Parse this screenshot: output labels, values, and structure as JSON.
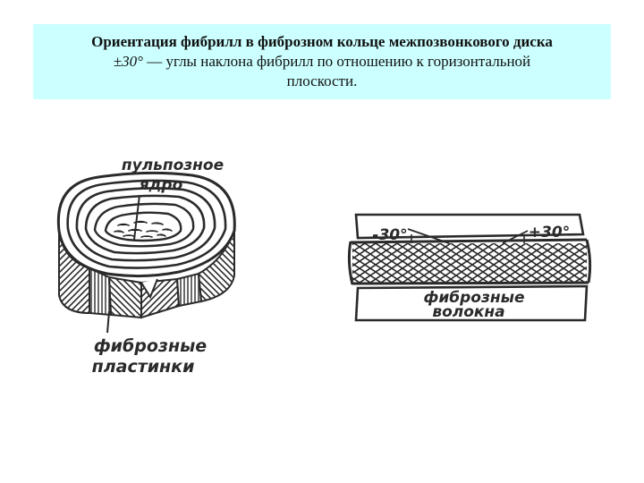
{
  "caption": {
    "title": "Ориентация фибрилл в фиброзном кольце межпозвонкового диска",
    "angle": "±30°",
    "rest_line1": " — углы наклона фибрилл по отношению к горизонтальной",
    "rest_line2": "плоскости."
  },
  "labels": {
    "nucleus_line1": "пульпозное",
    "nucleus_line2": "ядро",
    "plates_line1": "фиброзные",
    "plates_line2": "пластинки",
    "angle_left": "-30°",
    "angle_right": "+30°",
    "fibers_line1": "фиброзные",
    "fibers_line2": "волокна"
  },
  "colors": {
    "caption_bg": "#ccffff",
    "ink": "#2a2a2a"
  }
}
